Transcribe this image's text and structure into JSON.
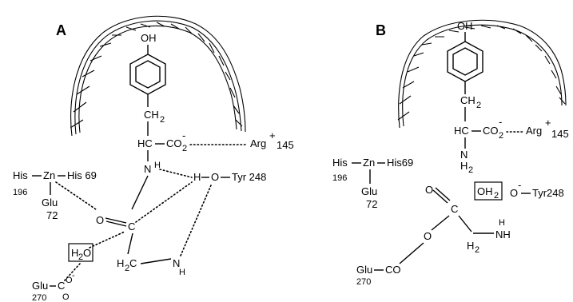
{
  "panel_a": {
    "letter": "A",
    "oh": "OH",
    "ch2": "CH",
    "ch2_sub": "2",
    "hc": "HC",
    "co2": "CO",
    "co2_sub": "2",
    "co2_charge": "-",
    "arg": "Arg",
    "arg_charge": "+",
    "arg_num": "145",
    "his_left": "His",
    "zn": "Zn",
    "his_right": "His 69",
    "his_num": "196",
    "glu72": "Glu",
    "glu72_num": "72",
    "nh_n": "N",
    "nh_h": "H",
    "h_o": "H",
    "o_tyr": "O",
    "tyr": "Tyr 248",
    "carbonyl_o": "O",
    "c": "C",
    "h2o": "H",
    "h2o_sub": "2",
    "h2o_o": "O",
    "h2c": "H",
    "h2c_sub": "2",
    "h2c_c": "C",
    "nh_bottom_n": "N",
    "nh_bottom_h": "H",
    "glu270": "Glu",
    "coo_c": "C",
    "coo_o": "O",
    "coo_minus": "-",
    "glu270_num": "270"
  },
  "panel_b": {
    "letter": "B",
    "oh": "OH",
    "ch2": "CH",
    "ch2_sub": "2",
    "hc": "HC",
    "co2": "CO",
    "co2_sub": "2",
    "co2_charge": "-",
    "arg": "Arg",
    "arg_charge": "+",
    "arg_num": "145",
    "his_left": "His",
    "zn": "Zn",
    "his_right": "His69",
    "his_num": "196",
    "glu72": "Glu",
    "glu72_num": "72",
    "nh2_n": "N",
    "nh2_h": "H",
    "nh2_sub": "2",
    "carbonyl_o": "O",
    "c": "C",
    "oh2": "OH",
    "oh2_sub": "2",
    "o_tyr": "O",
    "o_minus": "-",
    "tyr": "Tyr248",
    "ester_o": "O",
    "h2": "H",
    "h2_sub": "2",
    "nh_n": "NH",
    "nh_h": "H",
    "glu270": "Glu",
    "co": "CO",
    "glu270_num": "270"
  }
}
